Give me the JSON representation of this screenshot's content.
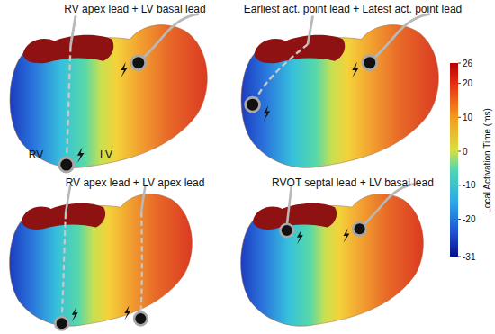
{
  "diagram": {
    "labels": [
      "RV apex lead + LV basal lead",
      "Earliest act. point lead + Latest act. point lead",
      "RV apex lead + LV apex lead",
      "RVOT septal lead + LV basal lead",
      "RV",
      "LV",
      "26",
      "20",
      "10",
      "0",
      "-10",
      "-20",
      "-31",
      "Local Activation Time (ms)"
    ]
  }
}
